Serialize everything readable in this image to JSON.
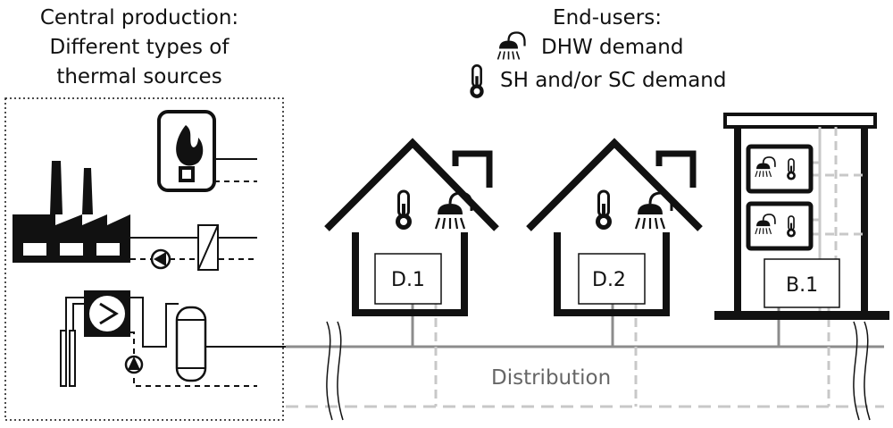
{
  "production": {
    "title_lines": [
      "Central production:",
      "Different types of",
      "thermal sources"
    ]
  },
  "end_users": {
    "title": "End-users:",
    "legend": [
      {
        "icon": "shower-icon",
        "label": "DHW demand"
      },
      {
        "icon": "thermometer-icon",
        "label": "SH and/or SC demand"
      }
    ]
  },
  "buildings": [
    {
      "id": "house-1",
      "label": "D.1"
    },
    {
      "id": "house-2",
      "label": "D.2"
    },
    {
      "id": "block-1",
      "label": "B.1"
    }
  ],
  "network": {
    "label": "Distribution"
  },
  "colors": {
    "line": "#111111",
    "pipe": "#8c8c8c",
    "pipe_dashed": "#c8c8c8",
    "background": "#ffffff"
  }
}
